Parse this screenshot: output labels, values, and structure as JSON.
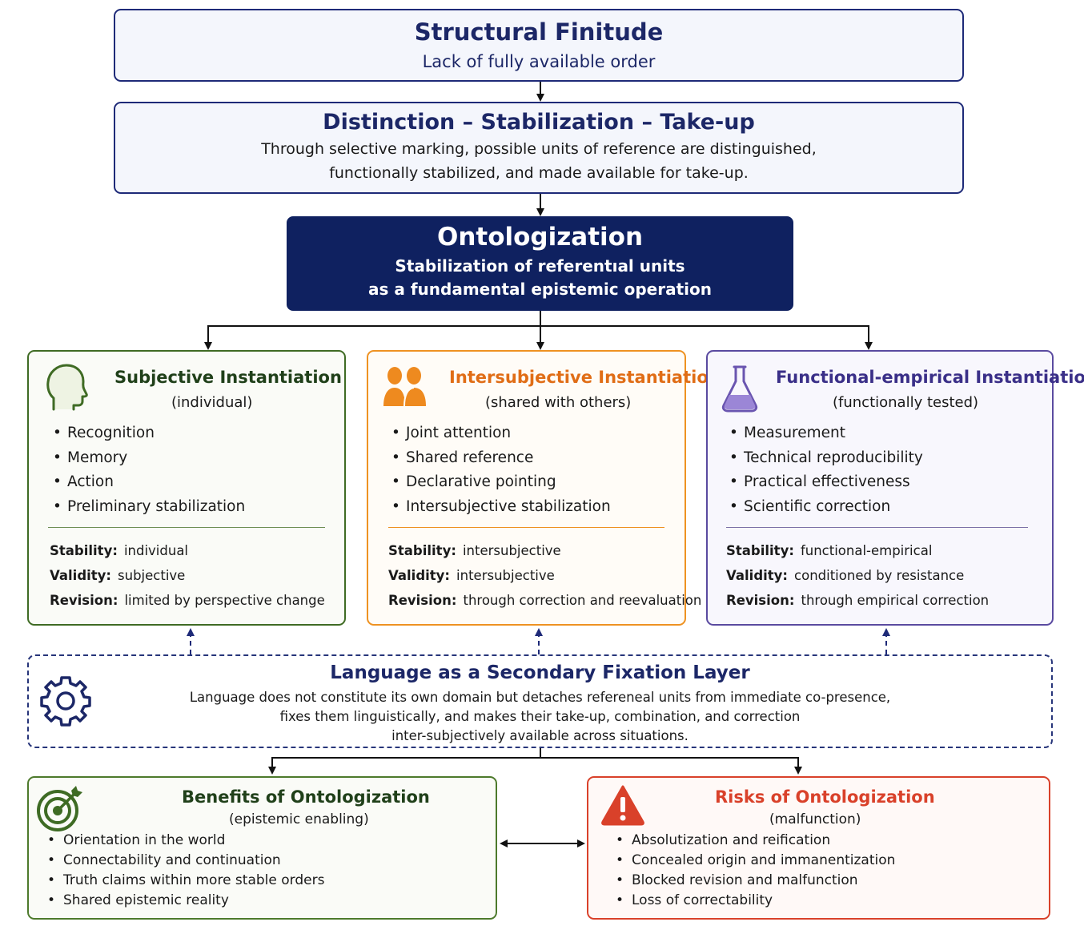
{
  "structural_finitude": {
    "title": "Structural Finitude",
    "subtitle": "Lack of fully available order"
  },
  "distinction": {
    "title": "Distinction – Stabilization – Take-up",
    "line1": "Through selective marking, possible units of reference are distinguished,",
    "line2": "functionally stabilized, and made available for take-up."
  },
  "ontologization": {
    "title": "Ontologization",
    "line1": "Stabilization of referentıal units",
    "line2": "as a fundamental epistemic operation"
  },
  "columns": [
    {
      "title": "Subjective Instantiation",
      "subtitle": "(individual)",
      "icon": "head-icon",
      "color": "#3f6b24",
      "items": [
        "Recognition",
        "Memory",
        "Action",
        "Preliminary stabilization"
      ],
      "stability_label": "Stability:",
      "stability": "individual",
      "validity_label": "Validity:",
      "validity": "subjective",
      "revision_label": "Revision:",
      "revision": "limited by perspective change"
    },
    {
      "title": "Intersubjective Instantiation",
      "subtitle": "(shared with others)",
      "icon": "people-icon",
      "color": "#ee9222",
      "items": [
        "Joint attention",
        "Shared reference",
        "Declarative pointing",
        "Intersubjective stabilization"
      ],
      "stability_label": "Stability:",
      "stability": "intersubjective",
      "validity_label": "Validity:",
      "validity": "intersubjective",
      "revision_label": "Revision:",
      "revision": "through correction and reevaluation"
    },
    {
      "title": "Functional-empirical Instantiation",
      "subtitle": "(functionally tested)",
      "icon": "flask-icon",
      "color": "#5a4aa0",
      "items": [
        "Measurement",
        "Technical reproducibility",
        "Practical effectiveness",
        "Scientific correction"
      ],
      "stability_label": "Stability:",
      "stability": "functional-empirical",
      "validity_label": "Validity:",
      "validity": "conditioned by resistance",
      "revision_label": "Revision:",
      "revision": "through empirical correction"
    }
  ],
  "language": {
    "title": "Language as a Secondary Fixation Layer",
    "icon": "gear-icon",
    "line1": "Language does not constitute its own domain but detaches refereneal units from immediate co-presence,",
    "line2": "fixes them linguistically, and makes their take-up, combination, and correction",
    "line3": "inter-subjectively available across situations."
  },
  "benefits": {
    "title": "Benefits of Ontologization",
    "subtitle": "(epistemic enabling)",
    "icon": "target-icon",
    "color": "#4d7a2c",
    "items": [
      "Orientation in the world",
      "Connectability and continuation",
      "Truth claims within more stable orders",
      "Shared epistemic reality"
    ]
  },
  "risks": {
    "title": "Risks of Ontologization",
    "subtitle": "(malfunction)",
    "icon": "warning-icon",
    "color": "#d9412a",
    "items": [
      "Absolutization and reification",
      "Concealed origin and immanentization",
      "Blocked revision and malfunction",
      "Loss of correctability"
    ]
  }
}
